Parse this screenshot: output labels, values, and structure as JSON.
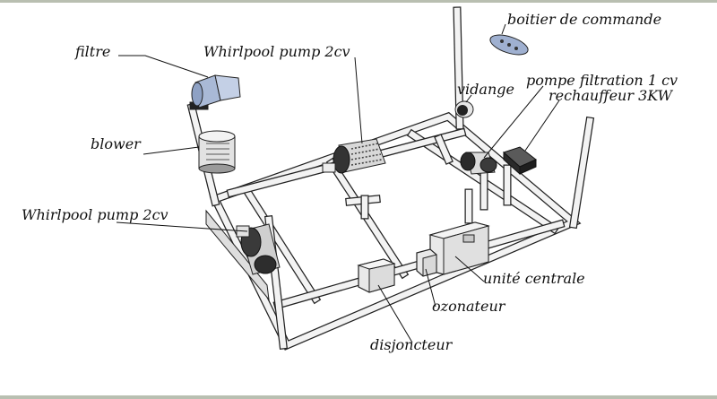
{
  "labels": {
    "boitier": "boitier de commande",
    "filtre": "filtre",
    "whirlpool_top": "Whirlpool pump 2cv",
    "vidange": "vidange",
    "pompe_filtration": "pompe filtration 1 cv",
    "rechauffeur": "rechauffeur 3KW",
    "blower": "blower",
    "whirlpool_left": "Whirlpool pump 2cv",
    "unite_centrale": "unité centrale",
    "ozonateur": "ozonateur",
    "disjoncteur": "disjoncteur"
  },
  "colors": {
    "border_band": "#b9bfb1",
    "line": "#222222",
    "frame_fill": "#f3f3f3",
    "filter_blue": "#a9b9d6",
    "panel_blue": "#9fb0d0"
  },
  "icons": [
    "filter-icon",
    "blower-icon",
    "pump-icon",
    "control-panel-icon",
    "heater-icon",
    "drain-icon"
  ]
}
